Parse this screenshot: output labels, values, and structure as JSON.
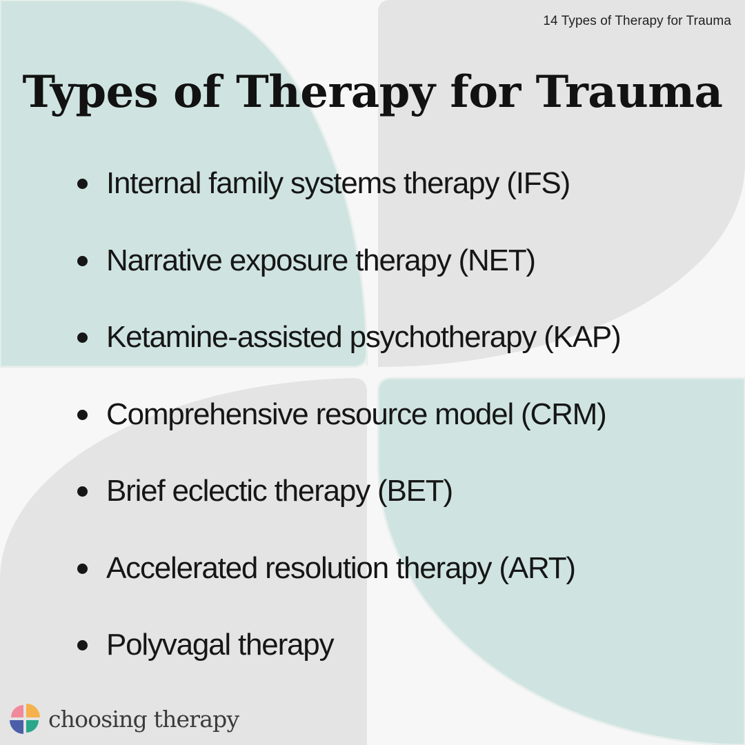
{
  "header": {
    "top_label": "14 Types of Therapy for Trauma",
    "title": "Types of Therapy for Trauma"
  },
  "list": {
    "items": [
      {
        "label": "Internal family systems therapy (IFS)"
      },
      {
        "label": "Narrative exposure therapy (NET)"
      },
      {
        "label": "Ketamine-assisted psychotherapy (KAP)"
      },
      {
        "label": "Comprehensive resource model (CRM)"
      },
      {
        "label": "Brief eclectic therapy (BET)"
      },
      {
        "label": "Accelerated resolution therapy (ART)"
      },
      {
        "label": "Polyvagal therapy"
      }
    ]
  },
  "brand": {
    "name": "choosing therapy",
    "logo_icon": "choosing-therapy-logo-icon",
    "logo_colors": [
      "#f08a9b",
      "#f5b14c",
      "#4a5fa8",
      "#2aa78a"
    ]
  },
  "theme": {
    "background": "#f7f7f7",
    "mint": "#cfe4e0",
    "gray": "#e4e4e4"
  }
}
